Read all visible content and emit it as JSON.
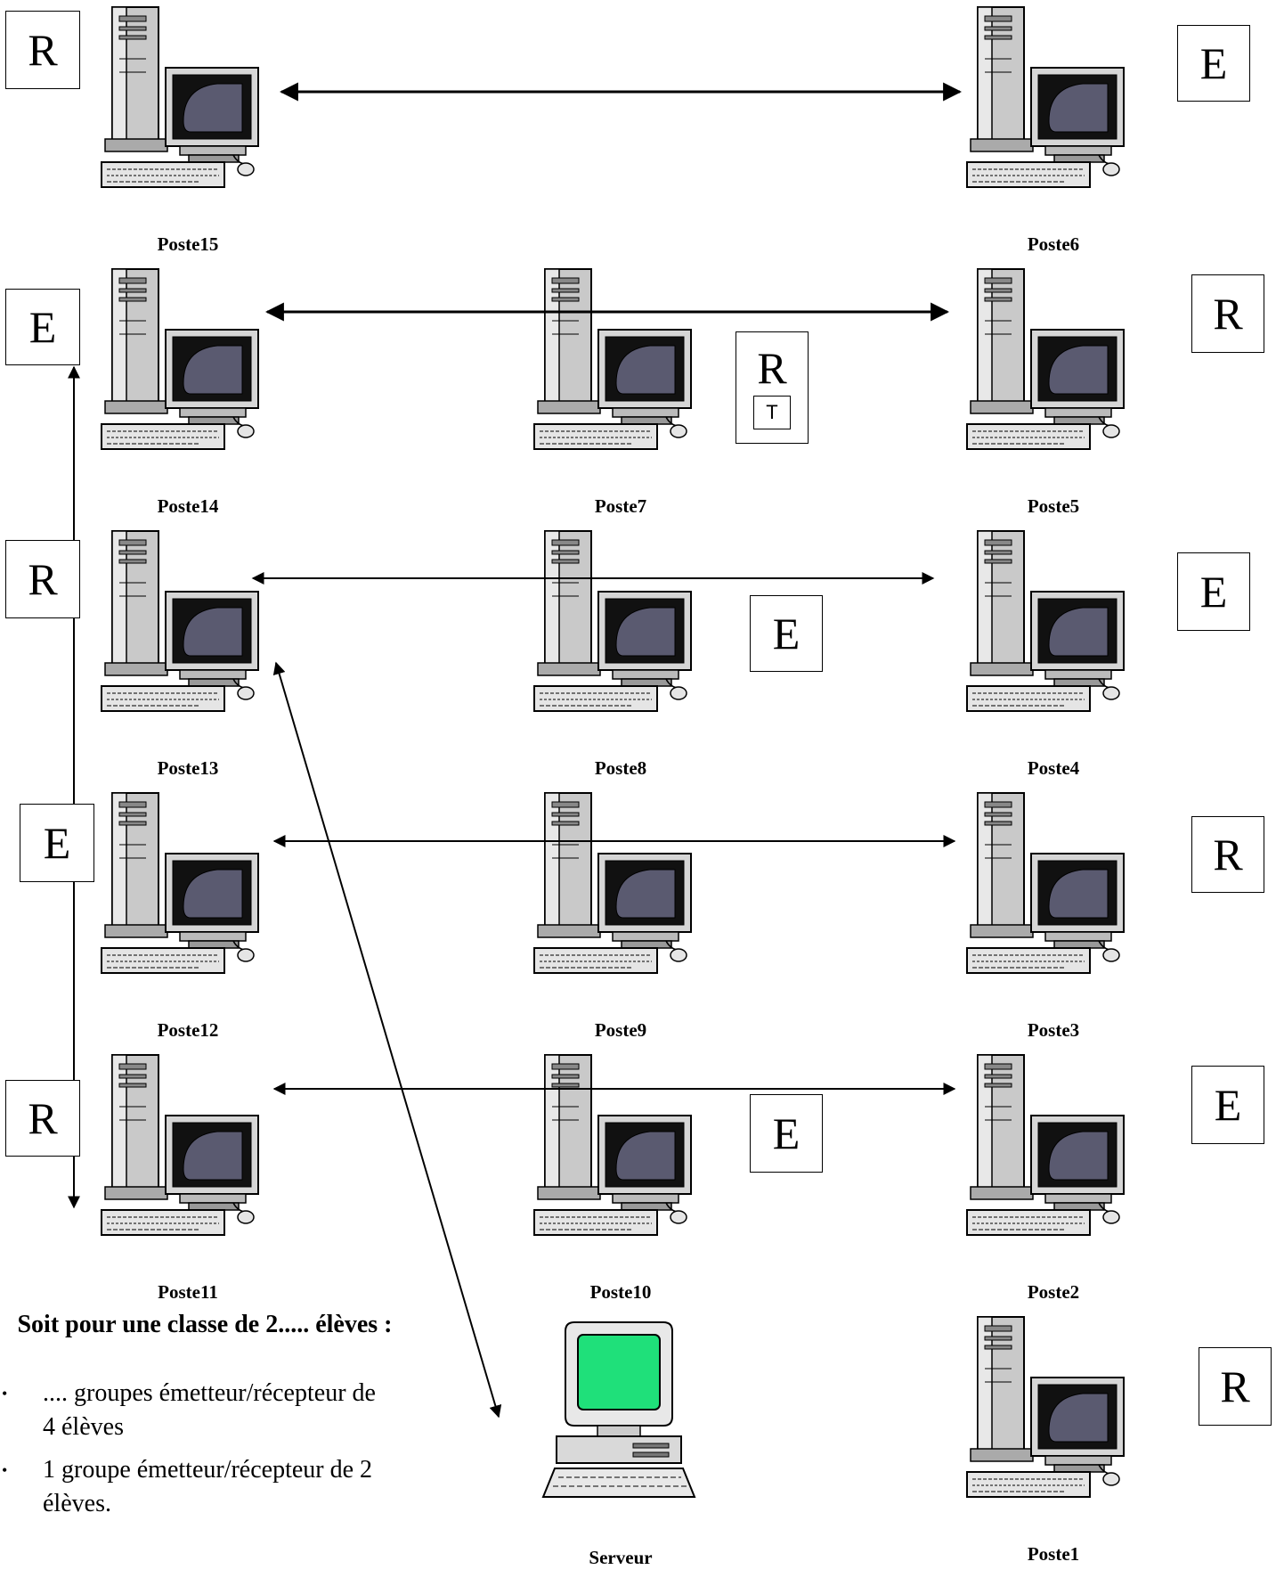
{
  "stations": [
    {
      "name": "Poste15",
      "role": "R"
    },
    {
      "name": "Poste6",
      "role": "E"
    },
    {
      "name": "Poste14",
      "role": "E"
    },
    {
      "name": "Poste7",
      "role": "R",
      "sub": "T"
    },
    {
      "name": "Poste5",
      "role": "R"
    },
    {
      "name": "Poste13",
      "role": "R"
    },
    {
      "name": "Poste8",
      "role": "E"
    },
    {
      "name": "Poste4",
      "role": "E"
    },
    {
      "name": "Poste12",
      "role": "E"
    },
    {
      "name": "Poste9"
    },
    {
      "name": "Poste3",
      "role": "R"
    },
    {
      "name": "Poste11",
      "role": "R"
    },
    {
      "name": "Poste10",
      "role": "E"
    },
    {
      "name": "Poste2",
      "role": "E"
    },
    {
      "name": "Poste1",
      "role": "R"
    }
  ],
  "server": {
    "name": "Serveur"
  },
  "note": {
    "heading": "Soit pour une classe de 2..... élèves :",
    "items": [
      ".... groupes émetteur/récepteur de 4 élèves",
      "1 groupe émetteur/récepteur de 2 élèves."
    ],
    "bullet": "•"
  },
  "colors": {
    "screen": "#5a5a70",
    "server_screen": "#1fe07a",
    "case": "#c9c9c9"
  }
}
